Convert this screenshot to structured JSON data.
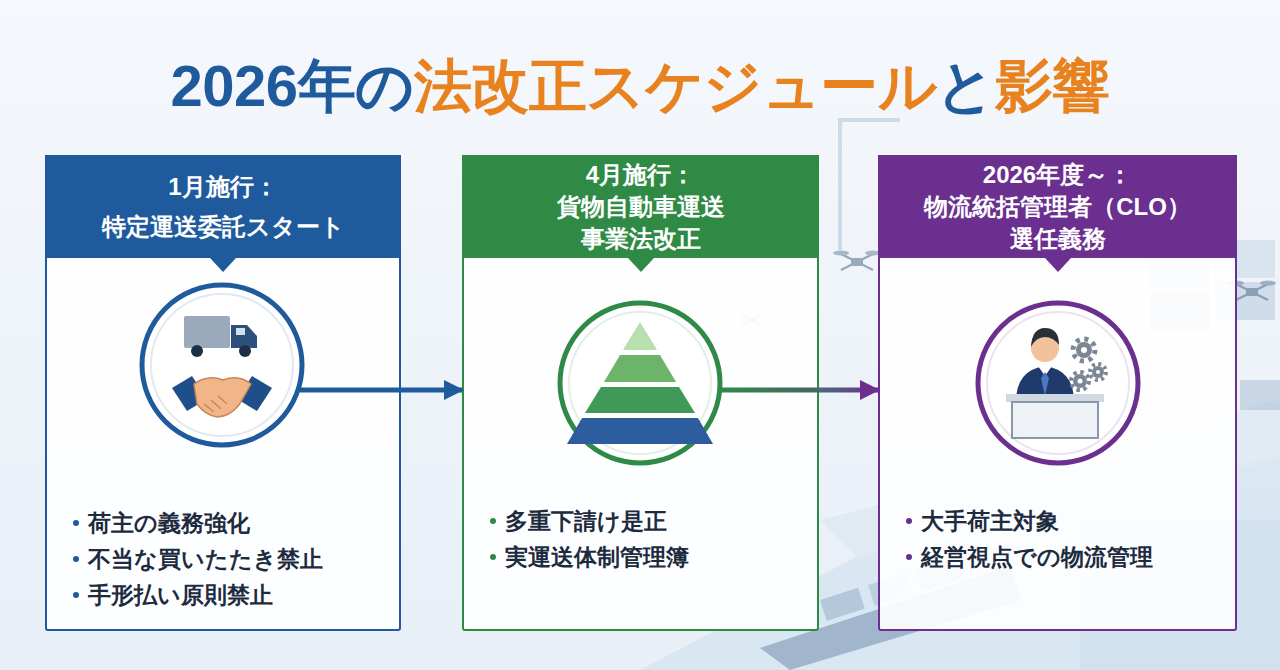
{
  "diagram": {
    "title": "2026年の法改正スケジュールと影響",
    "nodes": [
      {
        "text": [
          "1月施行： 特定運送委託スタート",
          "荷主の義務強化",
          "不当な買いたたき禁止",
          "手形払い原則禁止"
        ]
      },
      {
        "text": [
          "4月施行： 貨物自動車運送 事業法改正",
          "多重下請け是正",
          "実運送体制管理簿"
        ]
      },
      {
        "text": [
          "2026年度～： 物流統括管理者（CLO） 選任義務",
          "大手荷主対象",
          "経営視点での物流管理"
        ]
      }
    ],
    "edges": [
      {
        "from": 0,
        "to": 1,
        "arrow": "to"
      },
      {
        "from": 1,
        "to": 2,
        "arrow": "to"
      }
    ]
  }
}
